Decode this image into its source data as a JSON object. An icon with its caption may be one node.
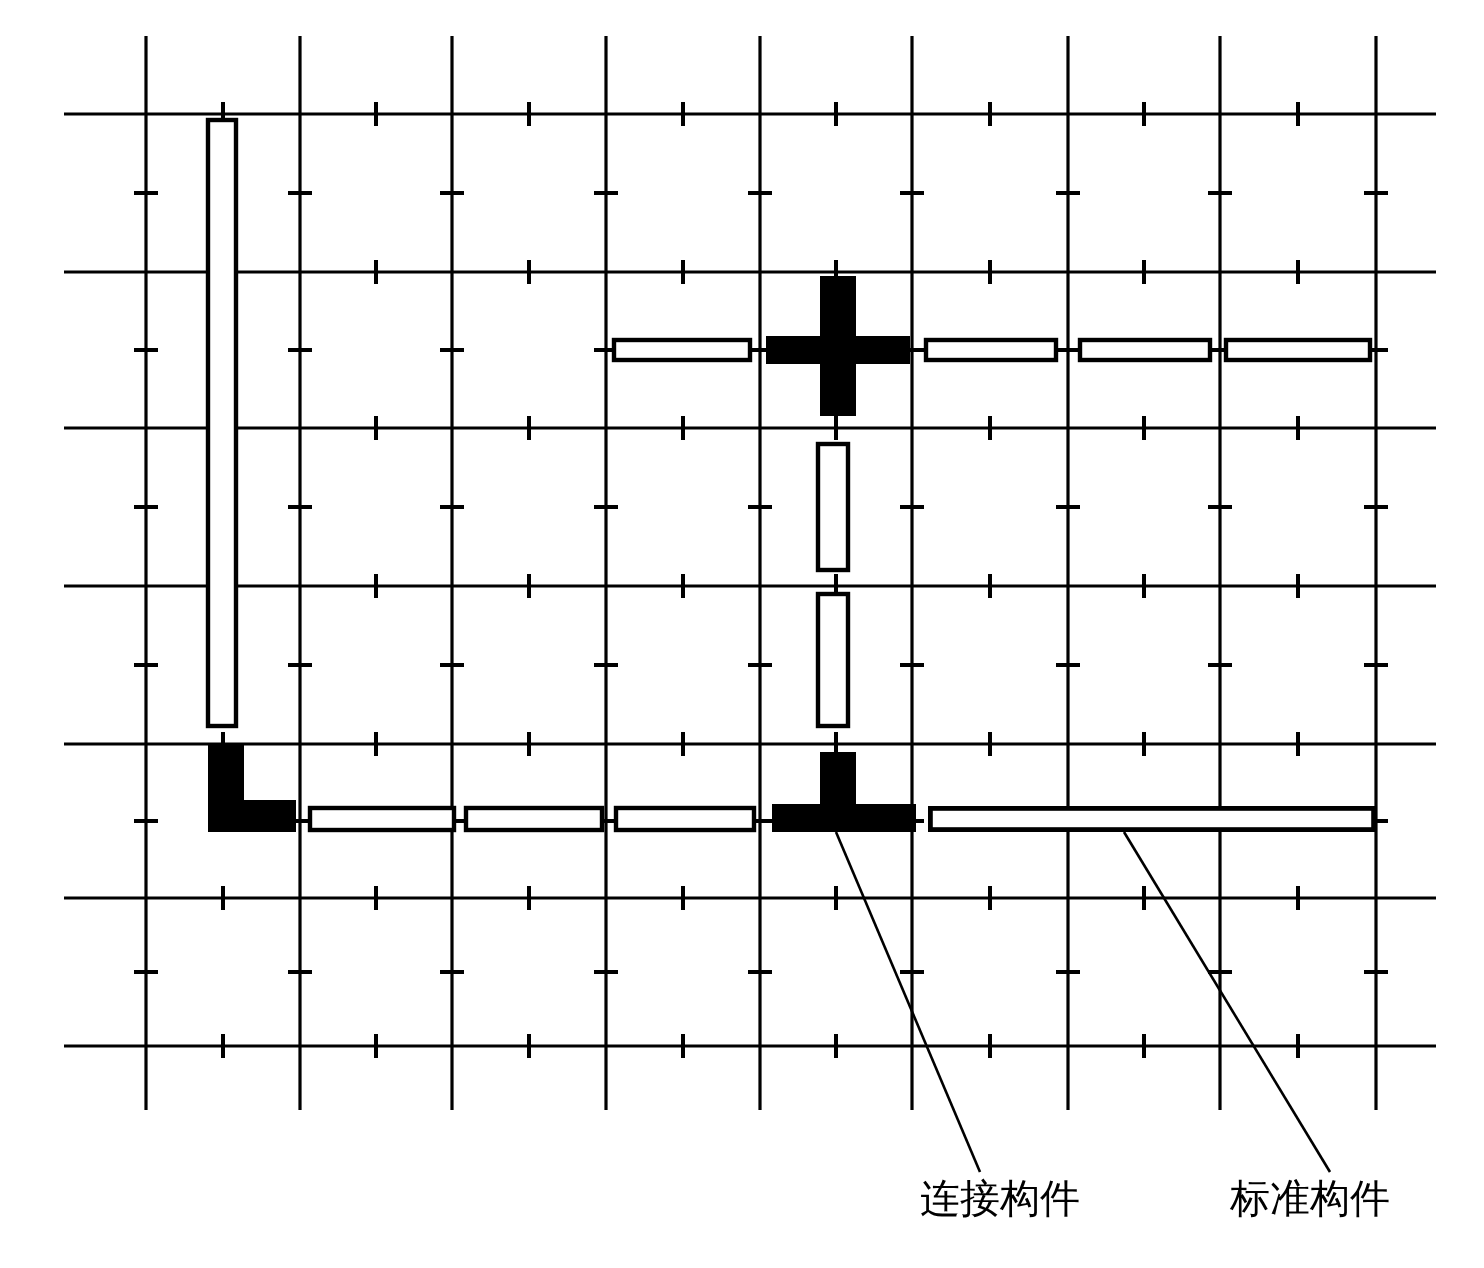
{
  "diagram": {
    "nodes": [
      {
        "text": [],
        "shape": "box"
      },
      {
        "text": [],
        "shape": "bar"
      },
      {
        "text": [
          "连接构件"
        ]
      },
      {
        "text": [
          "标准构件"
        ]
      }
    ],
    "edges": [
      {
        "from": 2,
        "to": 0,
        "arrow": "none"
      },
      {
        "from": 3,
        "to": 1,
        "arrow": "none"
      }
    ]
  }
}
